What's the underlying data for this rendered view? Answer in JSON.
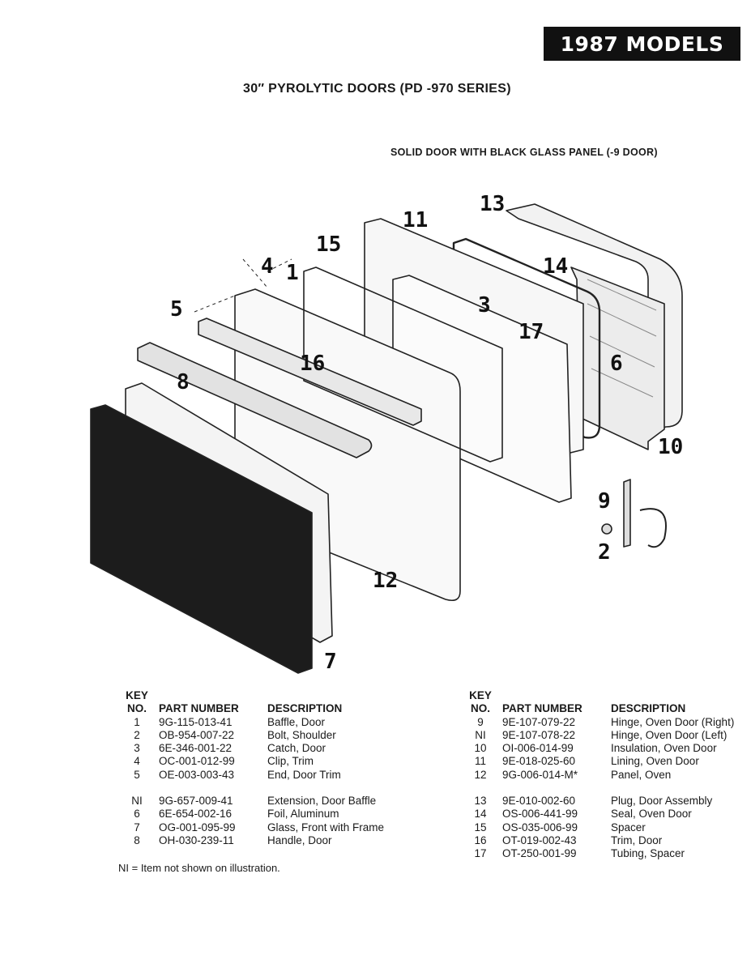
{
  "banner": "1987 MODELS",
  "title": "30″ PYROLYTIC DOORS (PD -970 SERIES)",
  "subtitle": "SOLID DOOR WITH BLACK GLASS PANEL (-9 DOOR)",
  "callouts": [
    "1",
    "2",
    "3",
    "4",
    "5",
    "6",
    "7",
    "8",
    "9",
    "10",
    "11",
    "12",
    "13",
    "14",
    "15",
    "16",
    "17"
  ],
  "legend_headers": {
    "key_line1": "KEY",
    "key_line2": "NO.",
    "part": "PART NUMBER",
    "desc": "DESCRIPTION"
  },
  "left_parts": [
    {
      "key": "1",
      "part": "9G-115-013-41",
      "desc": "Baffle, Door"
    },
    {
      "key": "2",
      "part": "OB-954-007-22",
      "desc": "Bolt, Shoulder"
    },
    {
      "key": "3",
      "part": "6E-346-001-22",
      "desc": "Catch, Door"
    },
    {
      "key": "4",
      "part": "OC-001-012-99",
      "desc": "Clip, Trim"
    },
    {
      "key": "5",
      "part": "OE-003-003-43",
      "desc": "End, Door Trim"
    },
    {
      "key": "NI",
      "part": "9G-657-009-41",
      "desc": "Extension, Door Baffle"
    },
    {
      "key": "6",
      "part": "6E-654-002-16",
      "desc": "Foil, Aluminum"
    },
    {
      "key": "7",
      "part": "OG-001-095-99",
      "desc": "Glass, Front with Frame"
    },
    {
      "key": "8",
      "part": "OH-030-239-11",
      "desc": "Handle, Door"
    }
  ],
  "right_parts": [
    {
      "key": "9",
      "part": "9E-107-079-22",
      "desc": "Hinge, Oven Door (Right)"
    },
    {
      "key": "NI",
      "part": "9E-107-078-22",
      "desc": "Hinge, Oven Door (Left)"
    },
    {
      "key": "10",
      "part": "OI-006-014-99",
      "desc": "Insulation, Oven Door"
    },
    {
      "key": "11",
      "part": "9E-018-025-60",
      "desc": "Lining, Oven Door"
    },
    {
      "key": "12",
      "part": "9G-006-014-M*",
      "desc": "Panel, Oven"
    },
    {
      "key": "13",
      "part": "9E-010-002-60",
      "desc": "Plug, Door Assembly"
    },
    {
      "key": "14",
      "part": "OS-006-441-99",
      "desc": "Seal, Oven Door"
    },
    {
      "key": "15",
      "part": "OS-035-006-99",
      "desc": "Spacer"
    },
    {
      "key": "16",
      "part": "OT-019-002-43",
      "desc": "Trim, Door"
    },
    {
      "key": "17",
      "part": "OT-250-001-99",
      "desc": "Tubing, Spacer"
    }
  ],
  "note": "NI = Item not shown on illustration."
}
